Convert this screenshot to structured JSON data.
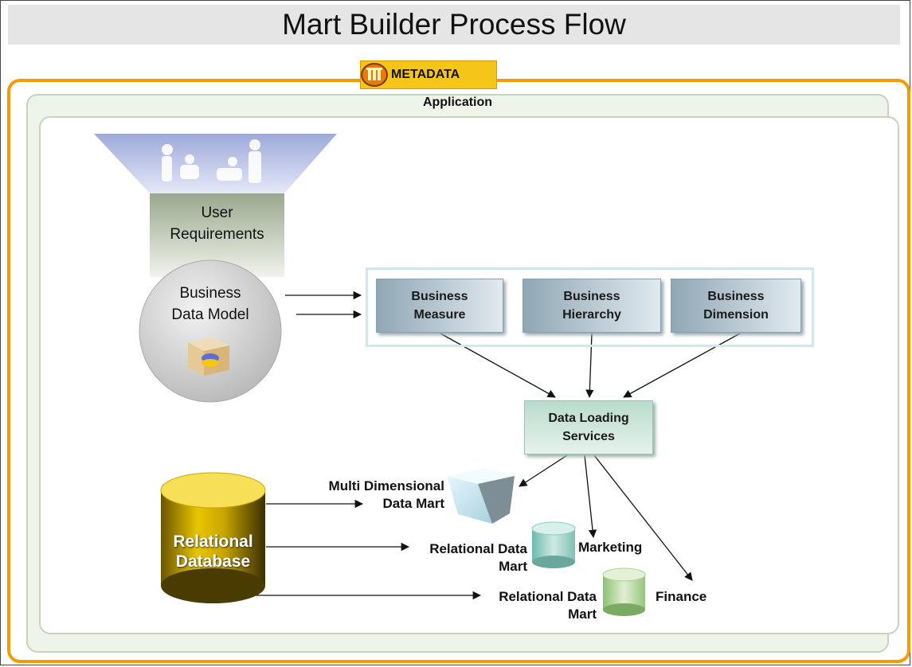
{
  "title": "Mart Builder Process Flow",
  "metadata": {
    "label": "METADATA",
    "icon": "metadata-logo-icon"
  },
  "application": {
    "label": "Application"
  },
  "funnel": {
    "icon": "people-silhouettes-icon",
    "top_label": [
      "User",
      "Requirements"
    ],
    "circle_label": [
      "Business",
      "Data Model"
    ],
    "model_icon": "data-model-cube-icon"
  },
  "business_objects": [
    {
      "line1": "Business",
      "line2": "Measure"
    },
    {
      "line1": "Business",
      "line2": "Hierarchy"
    },
    {
      "line1": "Business",
      "line2": "Dimension"
    }
  ],
  "data_loading": {
    "line1": "Data Loading",
    "line2": "Services"
  },
  "relational_db": {
    "line1": "Relational",
    "line2": "Database",
    "color": "#d8b400"
  },
  "multi_dim": {
    "line1": "Multi Dimensional",
    "line2": "Data Mart"
  },
  "marts": [
    {
      "line1": "Relational Data",
      "line2": "Mart",
      "name": "Marketing",
      "color": "#8ecdc4"
    },
    {
      "line1": "Relational Data",
      "line2": "Mart",
      "name": "Finance",
      "color": "#a9d28d"
    }
  ],
  "colors": {
    "metadata_border": "#f59a00",
    "metadata_tag": "#f5c518",
    "application_border": "#c2d6bb",
    "funnel": "#b5bfe2"
  }
}
